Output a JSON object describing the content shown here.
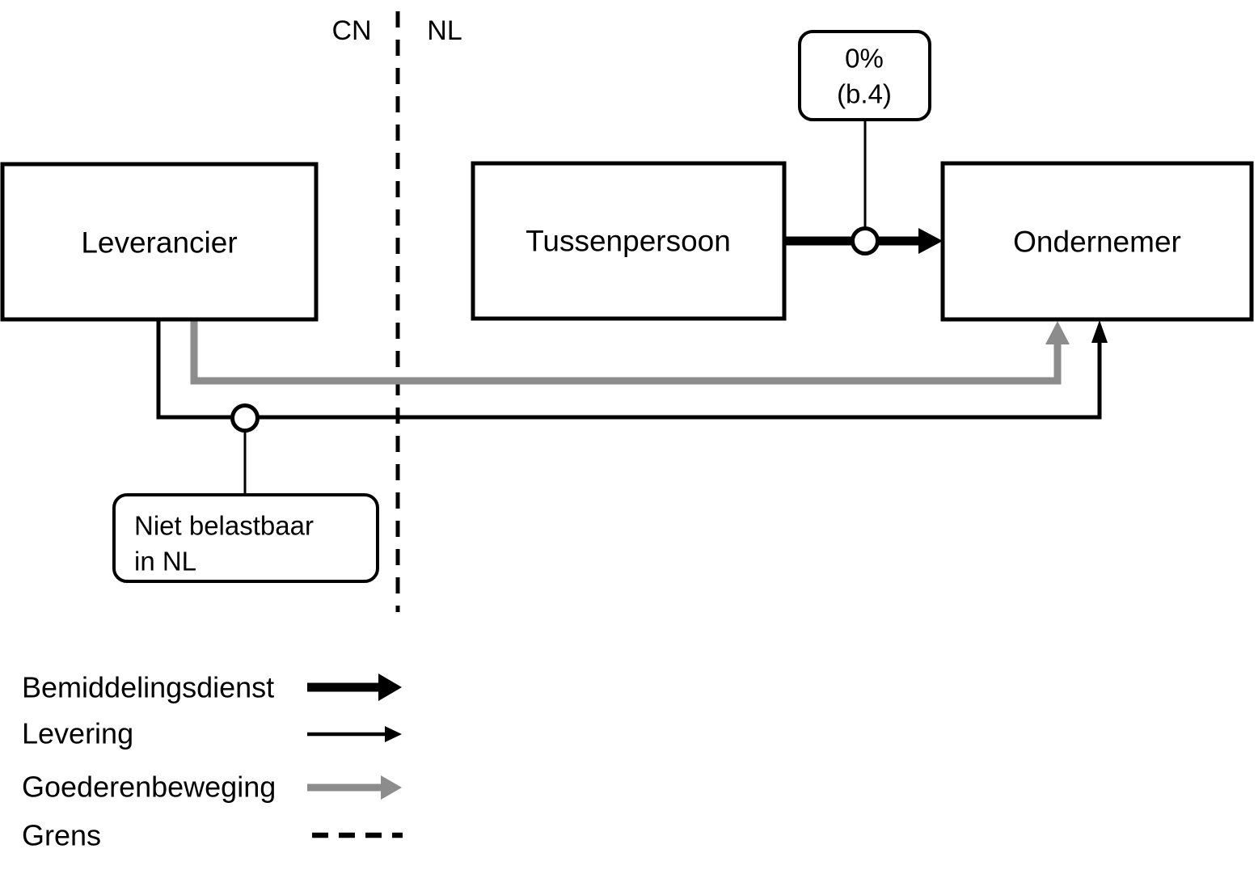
{
  "regions": {
    "left_label": "CN",
    "right_label": "NL"
  },
  "nodes": {
    "leverancier": {
      "label": "Leverancier"
    },
    "tussenpersoon": {
      "label": "Tussenpersoon"
    },
    "ondernemer": {
      "label": "Ondernemer"
    }
  },
  "callouts": {
    "rate": {
      "line1": "0%",
      "line2": "(b.4)"
    },
    "niet_belastbaar": {
      "line1": "Niet belastbaar",
      "line2": "in NL"
    }
  },
  "legend": {
    "items": [
      {
        "label": "Bemiddelingsdienst",
        "symbol": "thick-black-arrow"
      },
      {
        "label": "Levering",
        "symbol": "thin-black-arrow"
      },
      {
        "label": "Goederenbeweging",
        "symbol": "gray-arrow"
      },
      {
        "label": "Grens",
        "symbol": "dashed-line"
      }
    ]
  },
  "colors": {
    "ink": "#000000",
    "goods_gray": "#8c8c8c",
    "background": "#ffffff"
  }
}
